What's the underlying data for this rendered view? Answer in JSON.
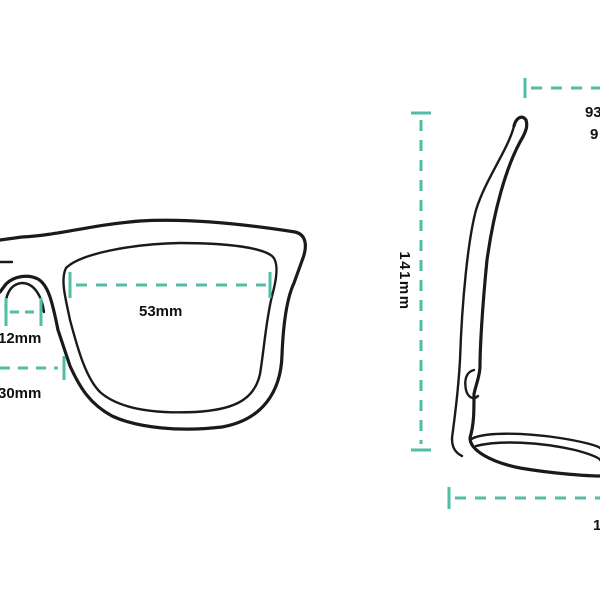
{
  "colors": {
    "accent": "#52bda6",
    "outline": "#1a1a1a",
    "background": "#ffffff"
  },
  "labels": {
    "lens_width": "53mm",
    "bridge_width": "12mm",
    "lens_height": "30mm",
    "temple_length": "141mm",
    "top_right_line1": "93",
    "top_right_line2": "9",
    "bottom_right": "1"
  }
}
